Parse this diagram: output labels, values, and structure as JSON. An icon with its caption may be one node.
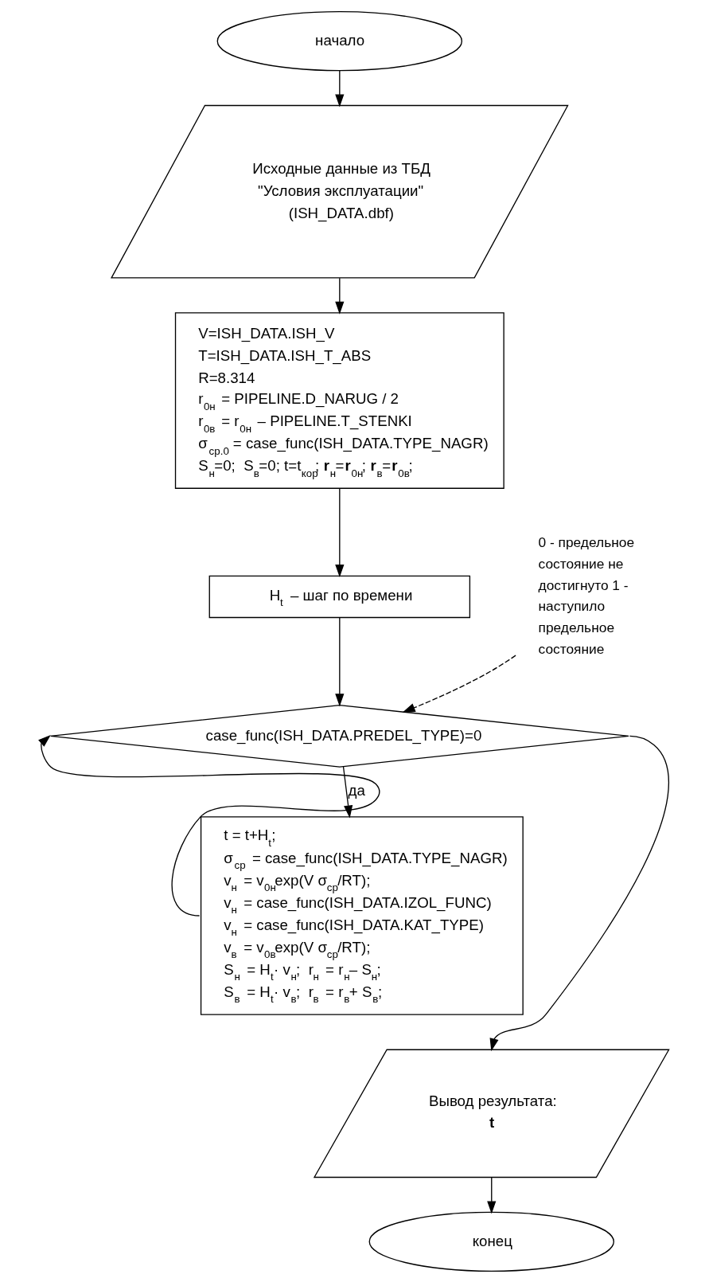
{
  "diagram": {
    "nodes": [
      {
        "text": [
          "начало"
        ]
      },
      {
        "text": [
          "Исходные данные из ТБД \"Условия эксплуатации\"",
          "(ISH_DATA.dbf)"
        ]
      },
      {
        "text": [
          "V=ISH_DATA.ISH_V",
          "T=ISH_DATA.ISH_T_ABS",
          "R=8.314",
          "r$_{0н}$ = PIPELINE.D_NARUG / 2",
          "r$_{0в}$ = r$_{0н}$ – PIPELINE.T_STENKI",
          "σ$_{ср.0}$ = case_func(ISH_DATA.TYPE_NAGR)",
          "S$_{н}$=0;  S$_{в}$=0; t=t$_{кор}$; **r**$_{н}$=**r**$_{0н}$; **r**$_{в}$=**r**$_{0в}$;"
        ]
      },
      {
        "text": [
          "H$_{t}$ – шаг по времени"
        ]
      },
      {
        "text": [
          "case_func(ISH_DATA.PREDEL_TYPE)=0"
        ]
      },
      {
        "text": [
          "t = t+H$_{t}$;",
          "σ$_{ср}$ = case_func(ISH_DATA.TYPE_NAGR)",
          "v$_{н}$ = v$_{0н}$exp(V σ$_{ср}$/RT);",
          "v$_{н}$ = case_func(ISH_DATA.IZOL_FUNC)",
          "v$_{н}$ = case_func(ISH_DATA.KAT_TYPE)",
          "v$_{в}$ = v$_{0в}$exp(V σ$_{ср}$/RT);",
          "S$_{н}$ = H$_{t}$· v$_{н}$;  r$_{н}$ = r$_{н}$– S$_{н}$;",
          "S$_{в}$ = H$_{t}$· v$_{в}$;  r$_{в}$ = r$_{в}$+ S$_{в}$;"
        ]
      },
      {
        "text": [
          "Вывод результата:",
          "t"
        ]
      },
      {
        "text": [
          "конец"
        ]
      },
      {
        "text": [
          "0 - предельное состояние не достигнуто 1 - наступило предельное состояние"
        ]
      }
    ],
    "edges": [
      {
        "from": 0,
        "to": 1,
        "arrow": "to"
      },
      {
        "from": 1,
        "to": 2,
        "arrow": "to"
      },
      {
        "from": 2,
        "to": 3,
        "arrow": "to"
      },
      {
        "from": 3,
        "to": 4,
        "arrow": "to"
      },
      {
        "from": 4,
        "to": 5,
        "arrow": "to",
        "label": "да"
      },
      {
        "from": 5,
        "to": 4,
        "arrow": "to"
      },
      {
        "from": 4,
        "to": 6,
        "arrow": "to"
      },
      {
        "from": 6,
        "to": 7,
        "arrow": "to"
      },
      {
        "from": 8,
        "to": 4,
        "arrow": "to",
        "style": "dashed"
      }
    ]
  }
}
